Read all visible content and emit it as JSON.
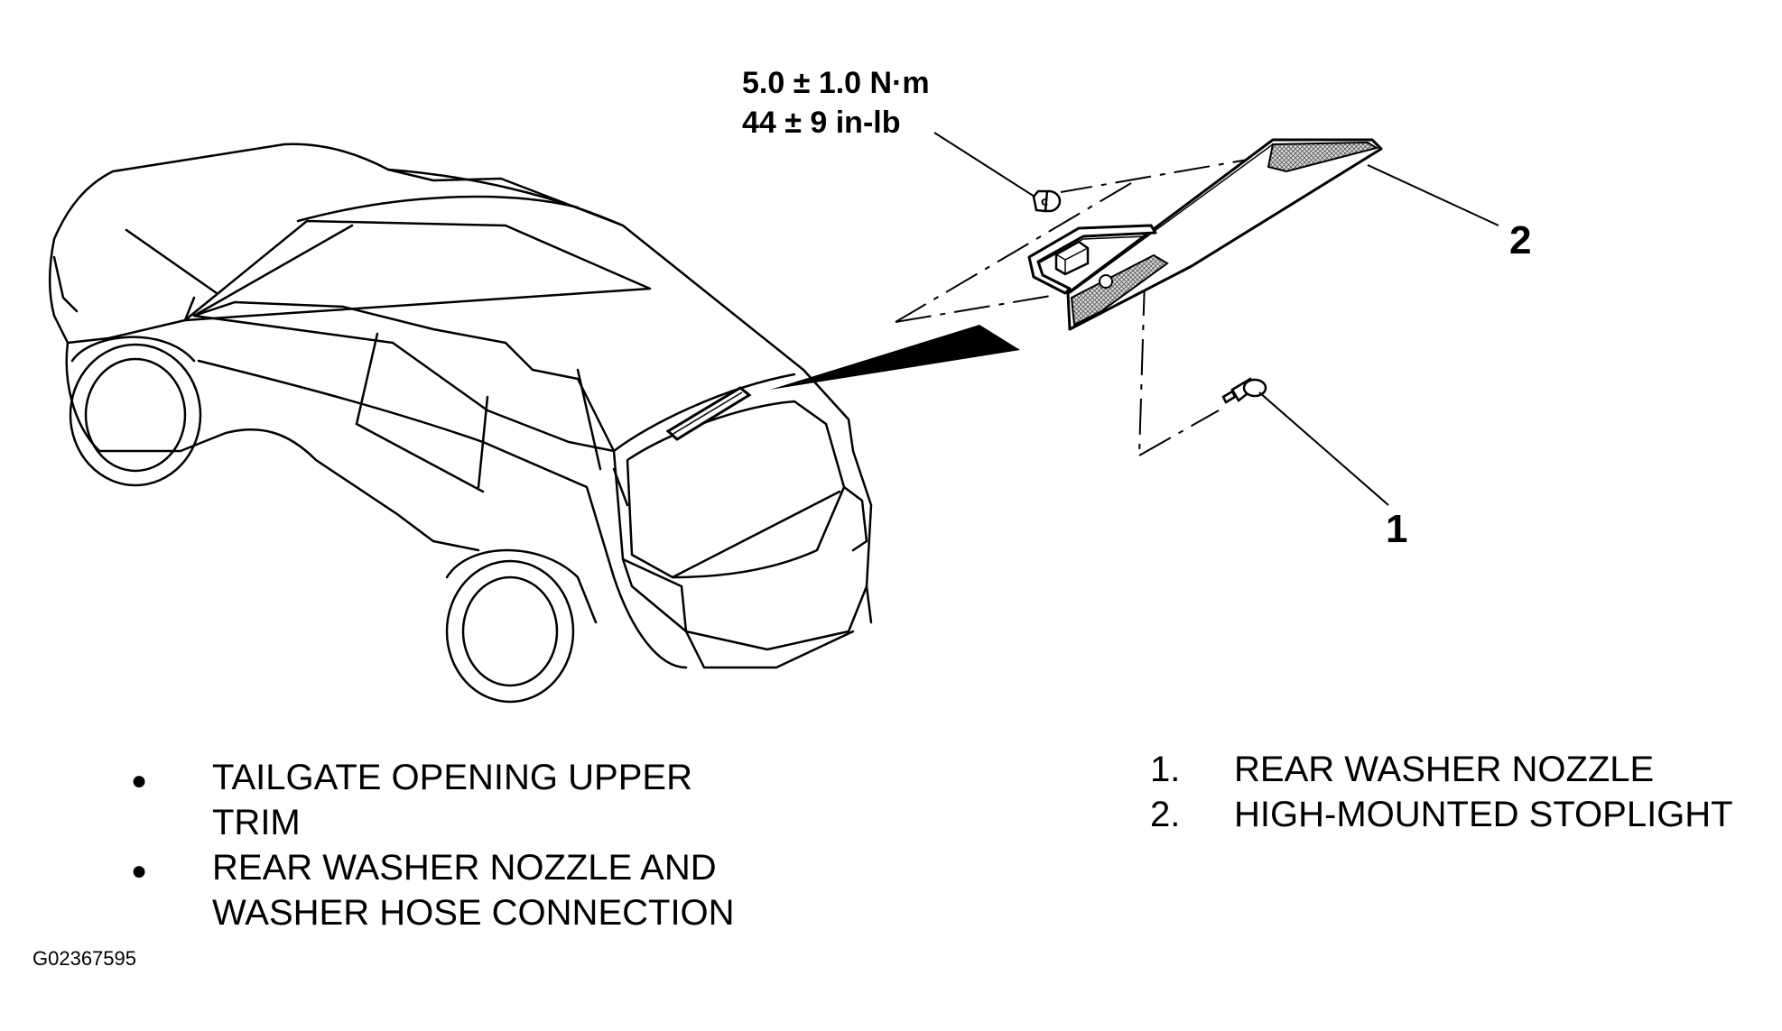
{
  "torque": {
    "metric": "5.0 ± 1.0 N·m",
    "imperial": "44 ± 9 in-lb"
  },
  "callouts": {
    "nozzle": "1",
    "stoplight": "2"
  },
  "notes": [
    {
      "bullet": "●",
      "lines": [
        "TAILGATE OPENING UPPER",
        "TRIM"
      ]
    },
    {
      "bullet": "●",
      "lines": [
        "REAR WASHER NOZZLE AND",
        "WASHER HOSE CONNECTION"
      ]
    }
  ],
  "legend": [
    {
      "number": "1.",
      "label": "REAR WASHER NOZZLE"
    },
    {
      "number": "2.",
      "label": "HIGH-MOUNTED STOPLIGHT"
    }
  ],
  "figure_id": "G02367595",
  "icons": {
    "vehicle": "suv-rear-view-icon",
    "stoplight": "high-mounted-stoplight-icon",
    "nut": "nut-icon",
    "nozzle": "washer-nozzle-icon"
  }
}
